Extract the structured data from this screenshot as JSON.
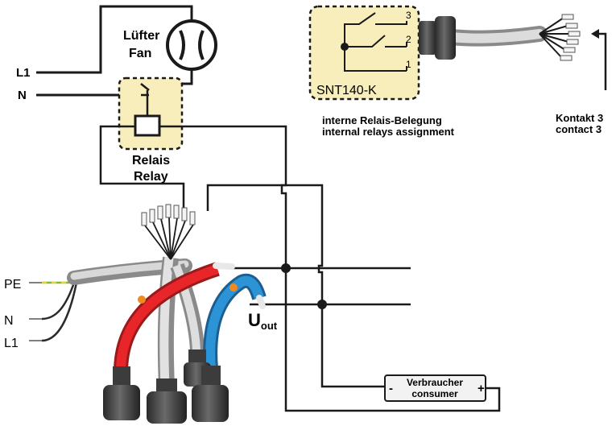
{
  "fan": {
    "line1": "Lüfter",
    "line2": "Fan"
  },
  "mains_top": {
    "l1": "L1",
    "n": "N"
  },
  "relay": {
    "line1": "Relais",
    "line2": "Relay"
  },
  "snt": {
    "label": "SNT140-K",
    "pins": [
      "3",
      "2",
      "1"
    ]
  },
  "relay_assignment": {
    "line1": "interne Relais-Belegung",
    "line2": "internal relays assignment"
  },
  "contact": {
    "line1": "Kontakt 3",
    "line2": "contact 3"
  },
  "mains_bottom": {
    "pe": "PE",
    "n": "N",
    "l1": "L1"
  },
  "uout": {
    "main": "U",
    "sub": "out"
  },
  "consumer": {
    "line1": "Verbraucher",
    "line2": "consumer",
    "minus": "-",
    "plus": "+"
  },
  "colors": {
    "relay_box": "#f7eebc",
    "cable_red": "#e8262a",
    "cable_blue": "#2b93d6",
    "cable_grey": "#c8c8c8",
    "gland": "#4a4a4a",
    "wire": "#1a1a1a"
  }
}
